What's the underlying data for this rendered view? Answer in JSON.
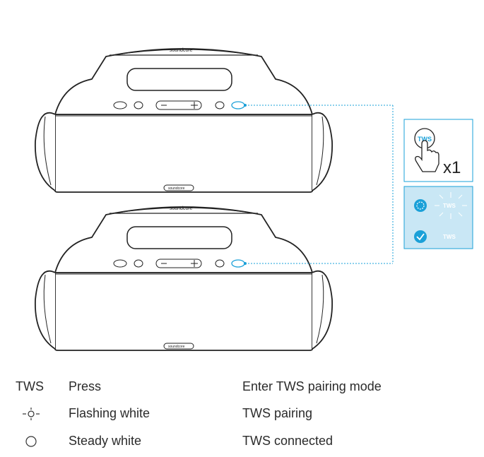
{
  "speaker": {
    "brand_top": "soundcore",
    "brand_badge": "soundcore",
    "tws_button": "TWS"
  },
  "press_panel": {
    "button_label": "TWS",
    "count": "x1"
  },
  "status_panel": {
    "pairing_label": "TWS",
    "connected_label": "TWS"
  },
  "legend": [
    {
      "icon": "TWS",
      "action": "Press",
      "description": "Enter TWS pairing mode"
    },
    {
      "icon_name": "flashing-light-icon",
      "action": "Flashing white",
      "description": "TWS pairing"
    },
    {
      "icon_name": "steady-light-icon",
      "action": "Steady white",
      "description": "TWS connected"
    }
  ],
  "colors": {
    "line": "#222222",
    "accent": "#1aa0d8",
    "panel_fill": "#c9e7f5"
  }
}
